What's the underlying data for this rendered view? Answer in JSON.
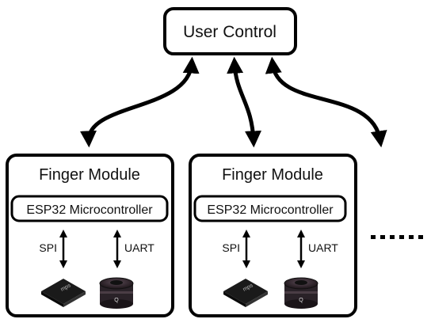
{
  "user_control": {
    "label": "User Control"
  },
  "modules": [
    {
      "title": "Finger Module",
      "controller": "ESP32 Microcontroller",
      "links": [
        {
          "label": "SPI",
          "device": "sensor-chip"
        },
        {
          "label": "UART",
          "device": "servo-motor"
        }
      ]
    },
    {
      "title": "Finger Module",
      "controller": "ESP32 Microcontroller",
      "links": [
        {
          "label": "SPI",
          "device": "sensor-chip"
        },
        {
          "label": "UART",
          "device": "servo-motor"
        }
      ]
    }
  ],
  "icons": {
    "chip": "sensor-chip-icon",
    "motor": "servo-motor-icon",
    "continuation": "ellipsis-dots"
  },
  "colors": {
    "stroke": "#000000",
    "text": "#111111",
    "chip_body": "#1a1a1a",
    "motor_body": "#2a2228"
  }
}
